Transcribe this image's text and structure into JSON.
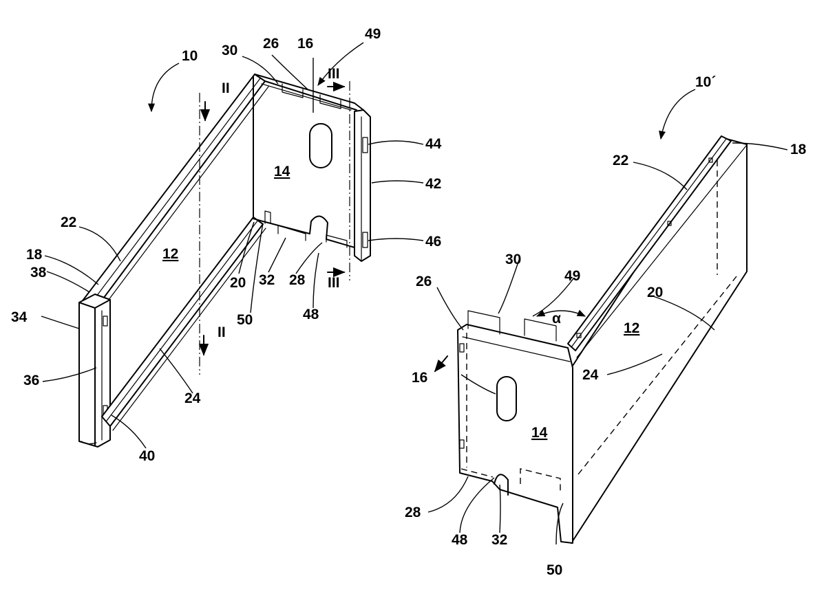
{
  "labels": {
    "a10": "10",
    "a30": "30",
    "a26": "26",
    "a16": "16",
    "a49": "49",
    "aII_top": "II",
    "aIII_top": "III",
    "a44": "44",
    "a14": "14",
    "a42": "42",
    "a22": "22",
    "a46": "46",
    "a12": "12",
    "a18": "18",
    "a38": "38",
    "a34": "34",
    "a20": "20",
    "a32": "32",
    "a28": "28",
    "a50": "50",
    "aIII_bot": "III",
    "a48": "48",
    "aII_bot": "II",
    "a36": "36",
    "a24": "24",
    "a40": "40",
    "b10": "10´",
    "b22": "22",
    "b18": "18",
    "b30": "30",
    "b26": "26",
    "b49": "49",
    "balpha": "α",
    "b20": "20",
    "b12": "12",
    "b16": "16",
    "b24": "24",
    "b14": "14",
    "b28": "28",
    "b48": "48",
    "b32": "32",
    "b50": "50"
  }
}
